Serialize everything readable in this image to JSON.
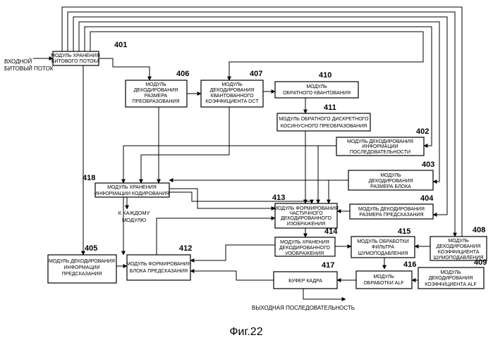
{
  "blocks": {
    "b401": {
      "lines": [
        "МОДУЛЬ ХРАНЕНИЯ",
        "БИТОВОГО ПОТОКА"
      ],
      "num": "401"
    },
    "b406": {
      "lines": [
        "МОДУЛЬ",
        "ДЕКОДИРОВАНИЯ",
        "РАЗМЕРА",
        "ПРЕОБРАЗОВАНИЯ"
      ],
      "num": "406"
    },
    "b407": {
      "lines": [
        "МОДУЛЬ",
        "ДЕКОДИРОВАНИЯ",
        "КВАНТОВАННОГО",
        "КОЭФФИЦИЕНТА DCT"
      ],
      "num": "407"
    },
    "b410": {
      "lines": [
        "МОДУЛЬ",
        "ОБРАТНОГО КВАНТОВАНИЯ"
      ],
      "num": "410"
    },
    "b411": {
      "lines": [
        "МОДУЛЬ ОБРАТНОГО ДИСКРЕТНОГО",
        "КОСИНУСНОГО ПРЕОБРАЗОВАНИЯ"
      ],
      "num": "411"
    },
    "b402": {
      "lines": [
        "МОДУЛЬ ДЕКОДИРОВАНИЯ",
        "ИНФОРМАЦИИ",
        "ПОСЛЕДОВАТЕЛЬНОСТИ"
      ],
      "num": "402"
    },
    "b403": {
      "lines": [
        "МОДУЛЬ",
        "ДЕКОДИРОВАНИЯ",
        "РАЗМЕРА БЛОКА"
      ],
      "num": "403"
    },
    "b418": {
      "lines": [
        "МОДУЛЬ ХРАНЕНИЯ",
        "ИНФОРМАЦИИ КОДИРОВАНИЯ"
      ],
      "num": "418"
    },
    "b404": {
      "lines": [
        "МОДУЛЬ ДЕКОДИРОВАНИЯ",
        "РАЗМЕРА ПРЕДСКАЗАНИЯ"
      ],
      "num": "404"
    },
    "b413": {
      "lines": [
        "МОДУЛЬ ФОРМИРОВАНИЯ",
        "ЧАСТИЧНОГО",
        "ДЕКОДИРОВАННОГО",
        "ИЗОБРАЖЕНИЯ"
      ],
      "num": "413"
    },
    "b414": {
      "lines": [
        "МОДУЛЬ ХРАНЕНИЯ",
        "ДЕКОДИРОВАННОГО",
        "ИЗОБРАЖЕНИЯ"
      ],
      "num": "414"
    },
    "b415": {
      "lines": [
        "МОДУЛЬ ОБРАБОТКИ",
        "ФИЛЬТРА",
        "ШУМОПОДАВЛЕНИЯ"
      ],
      "num": "415"
    },
    "b408": {
      "lines": [
        "МОДУЛЬ",
        "ДЕКОДИРОВАНИЯ",
        "КОЭФФИЦИЕНТА",
        "ШУМОПОДАВЛЕНИЯ"
      ],
      "num": "408"
    },
    "b405": {
      "lines": [
        "МОДУЛЬ ДЕКОДИРОВАНИЯ",
        "ИНФОРМАЦИИ",
        "ПРЕДСКАЗАНИЯ"
      ],
      "num": "405"
    },
    "b412": {
      "lines": [
        "МОДУЛЬ ФОРМИРОВАНИЯ",
        "БЛОКА ПРЕДСКАЗАНИЯ"
      ],
      "num": "412"
    },
    "b417": {
      "lines": [
        "БУФЕР КАДРА"
      ],
      "num": "417"
    },
    "b416": {
      "lines": [
        "МОДУЛЬ",
        "ОБРАБОТКИ ALF"
      ],
      "num": "416"
    },
    "b409": {
      "lines": [
        "МОДУЛЬ",
        "ДЕКОДИРОВАНИЯ",
        "КОЭФФИЦИЕНТА ALF"
      ],
      "num": "409"
    }
  },
  "input_label": [
    "ВХОДНОЙ",
    "БИТОВЫЙ ПОТОК"
  ],
  "each_module_label": [
    "К КАЖДОМУ",
    "МОДУЛЮ"
  ],
  "output_label": "ВЫХОДНАЯ ПОСЛЕДОВАТЕЛЬНОСТЬ",
  "caption": "Фиг.22"
}
